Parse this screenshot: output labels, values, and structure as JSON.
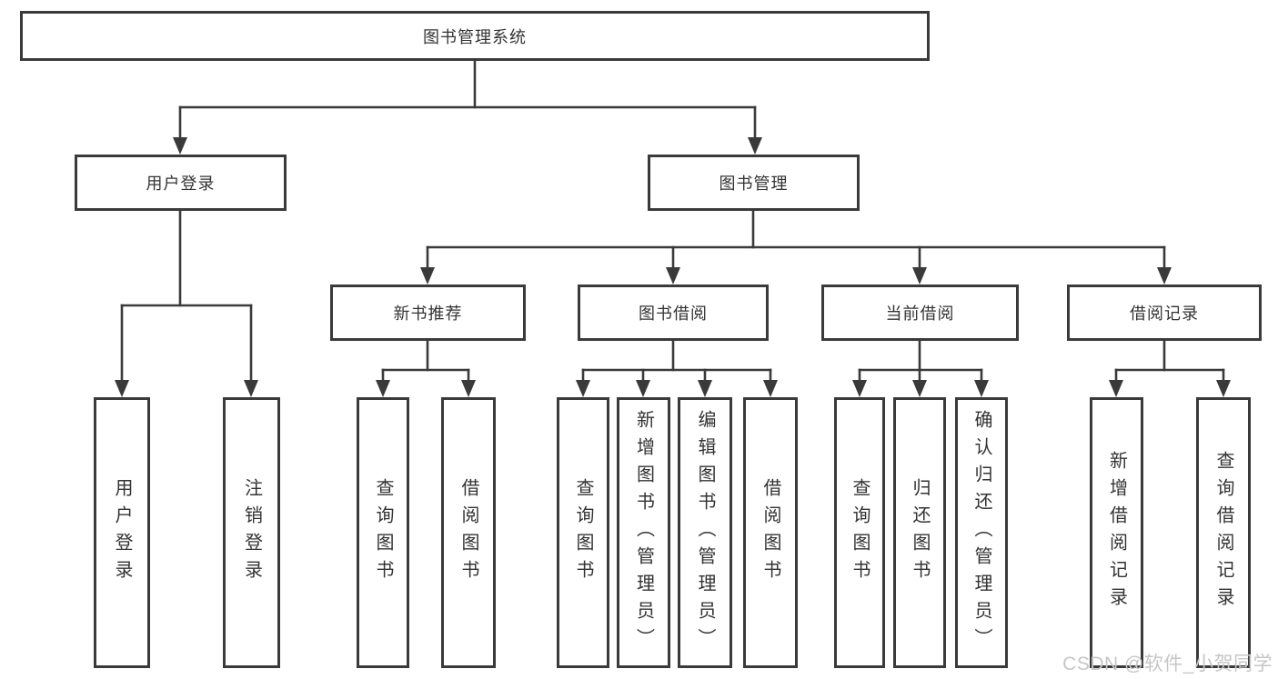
{
  "colors": {
    "line": "#3a3a3a",
    "border": "#3a3a3a",
    "text": "#333333",
    "background": "#ffffff",
    "watermark": "#c6c6c6"
  },
  "watermark": "CSDN @软件_小贺同学",
  "tree": {
    "label": "图书管理系统",
    "children": [
      {
        "label": "用户登录",
        "children": [
          {
            "label": "用户登录"
          },
          {
            "label": "注销登录"
          }
        ]
      },
      {
        "label": "图书管理",
        "children": [
          {
            "label": "新书推荐",
            "children": [
              {
                "label": "查询图书"
              },
              {
                "label": "借阅图书"
              }
            ]
          },
          {
            "label": "图书借阅",
            "children": [
              {
                "label": "查询图书"
              },
              {
                "label": "新增图书（管理员）"
              },
              {
                "label": "编辑图书（管理员）"
              },
              {
                "label": "借阅图书"
              }
            ]
          },
          {
            "label": "当前借阅",
            "children": [
              {
                "label": "查询图书"
              },
              {
                "label": "归还图书"
              },
              {
                "label": "确认归还（管理员）"
              }
            ]
          },
          {
            "label": "借阅记录",
            "children": [
              {
                "label": "新增借阅记录"
              },
              {
                "label": "查询借阅记录"
              }
            ]
          }
        ]
      }
    ]
  }
}
